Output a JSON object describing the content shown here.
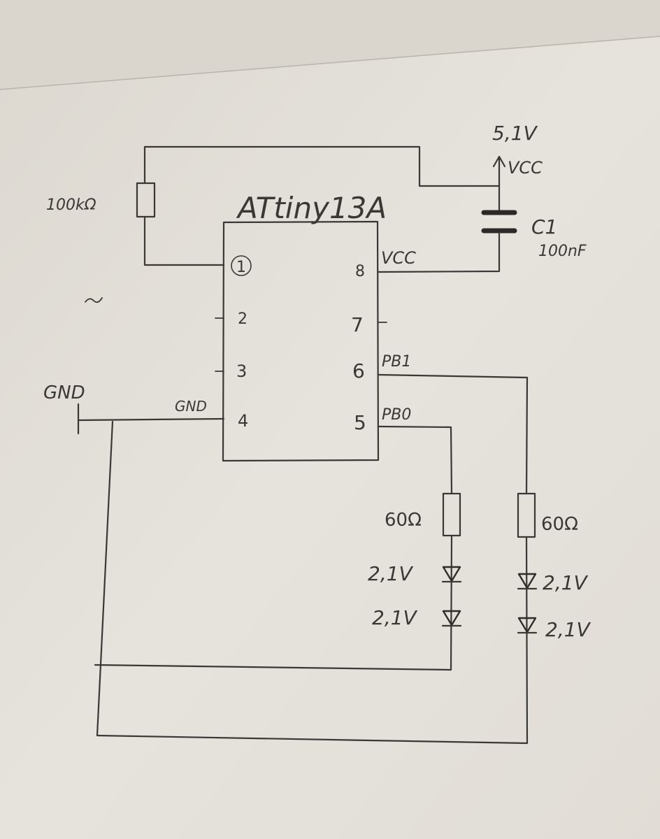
{
  "chip": {
    "name": "ATtiny13A"
  },
  "pins": {
    "p1": "1",
    "p2": "2",
    "p3": "3",
    "p4": "4",
    "p5": "5",
    "p6": "6",
    "p7": "7",
    "p8": "8"
  },
  "pin_labels": {
    "vcc": "VCC",
    "gnd_pin": "GND",
    "pb1": "PB1",
    "pb0": "PB0"
  },
  "supply": {
    "voltage": "5,1V",
    "label": "VCC"
  },
  "capacitor": {
    "name": "C1",
    "value": "100nF"
  },
  "pullup_resistor": {
    "value": "100kΩ"
  },
  "ground": {
    "label": "GND"
  },
  "led_branch_pb0": {
    "resistor": "60Ω",
    "led1": "2,1V",
    "led2": "2,1V"
  },
  "led_branch_pb1": {
    "resistor": "60Ω",
    "led1": "2,1V",
    "led2": "2,1V"
  }
}
